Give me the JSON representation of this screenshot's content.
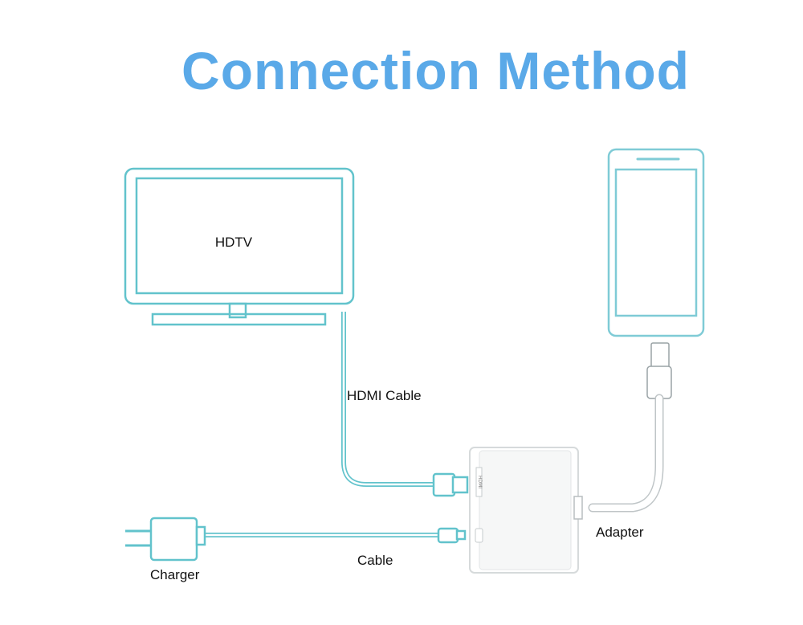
{
  "title": "Connection Method",
  "labels": {
    "hdtv": "HDTV",
    "hdmi_cable": "HDMI Cable",
    "adapter": "Adapter",
    "cable": "Cable",
    "charger": "Charger"
  },
  "colors": {
    "title": "#5aa9e8",
    "outline": "#62c3cc",
    "device_outline": "#7fcbd6"
  },
  "icons": [
    "hdtv-icon",
    "smartphone-icon",
    "adapter-icon",
    "charger-icon",
    "hdmi-plug-icon",
    "lightning-plug-icon"
  ]
}
